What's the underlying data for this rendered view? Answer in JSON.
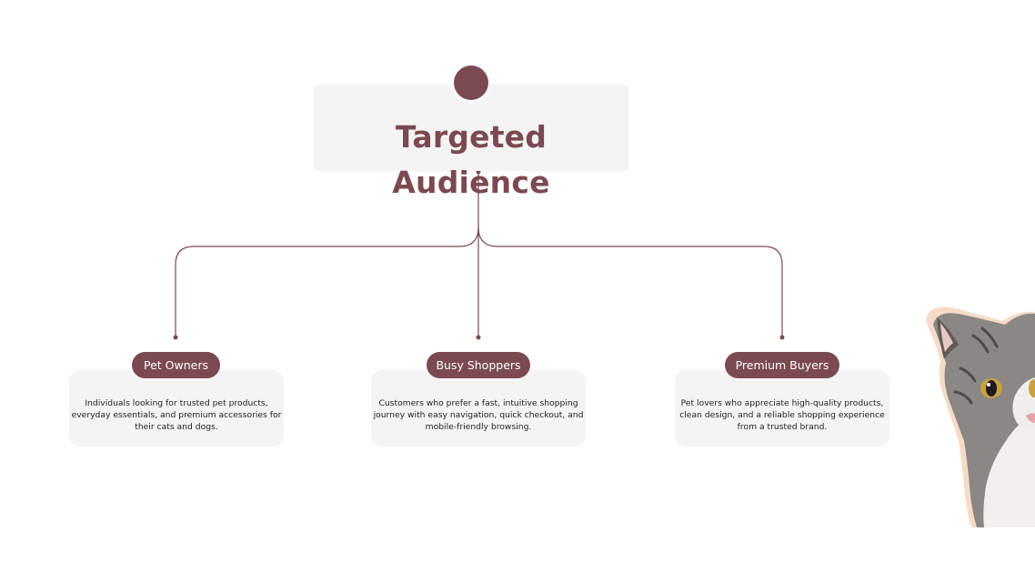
{
  "title": "Targeted Audience",
  "colors": {
    "accent": "#7b4a50",
    "card_background": "#f5f4f4",
    "text": "#222222"
  },
  "nodes": [
    {
      "label": "Pet Owners",
      "description": "Individuals looking for trusted pet products, everyday essentials, and premium accessories for their cats and dogs."
    },
    {
      "label": "Busy Shoppers",
      "description": "Customers who prefer a fast, intuitive shopping journey with easy navigation, quick checkout, and mobile-friendly browsing."
    },
    {
      "label": "Premium Buyers",
      "description": "Pet lovers who appreciate high-quality products, clean design, and a reliable shopping experience from a trusted brand."
    }
  ],
  "illustration": "cat-photo"
}
